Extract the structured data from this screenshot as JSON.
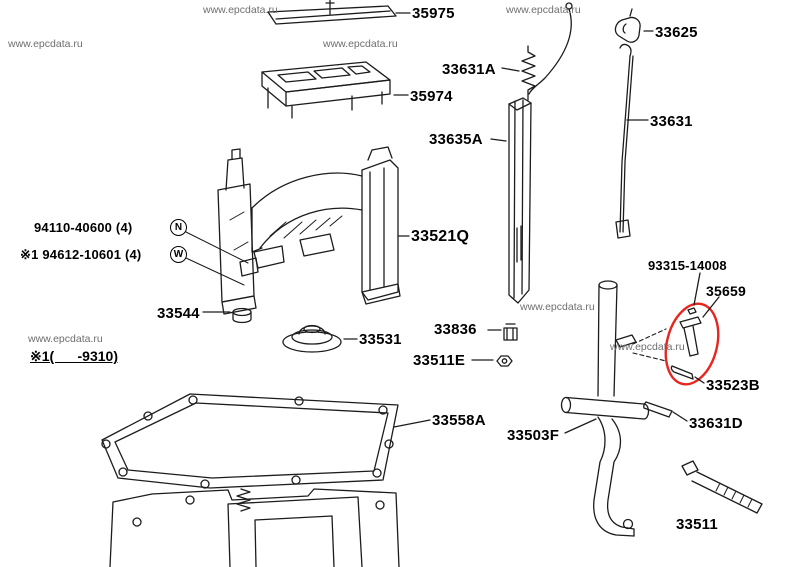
{
  "watermark": {
    "text": "www.epcdata.ru"
  },
  "colors": {
    "highlight": "#e8251f",
    "line": "#1c1c1c",
    "watermark": "#6f6f6f"
  },
  "symbols": {
    "nut": "N",
    "washer": "W"
  },
  "note": {
    "text": "※1(      -9310)"
  },
  "labels": {
    "p35975": "35975",
    "p33625": "33625",
    "p33631A": "33631A",
    "p35974": "35974",
    "p33631": "33631",
    "p33635A": "33635A",
    "p94110": "94110-40600 (4)",
    "p94612": "※1 94612-10601 (4)",
    "p33521Q": "33521Q",
    "p93315": "93315-14008",
    "p35659": "35659",
    "p33544": "33544",
    "p33531": "33531",
    "p33836": "33836",
    "p33511E": "33511E",
    "p33523B": "33523B",
    "p33631D": "33631D",
    "p33558A": "33558A",
    "p33503F": "33503F",
    "p33511": "33511"
  }
}
